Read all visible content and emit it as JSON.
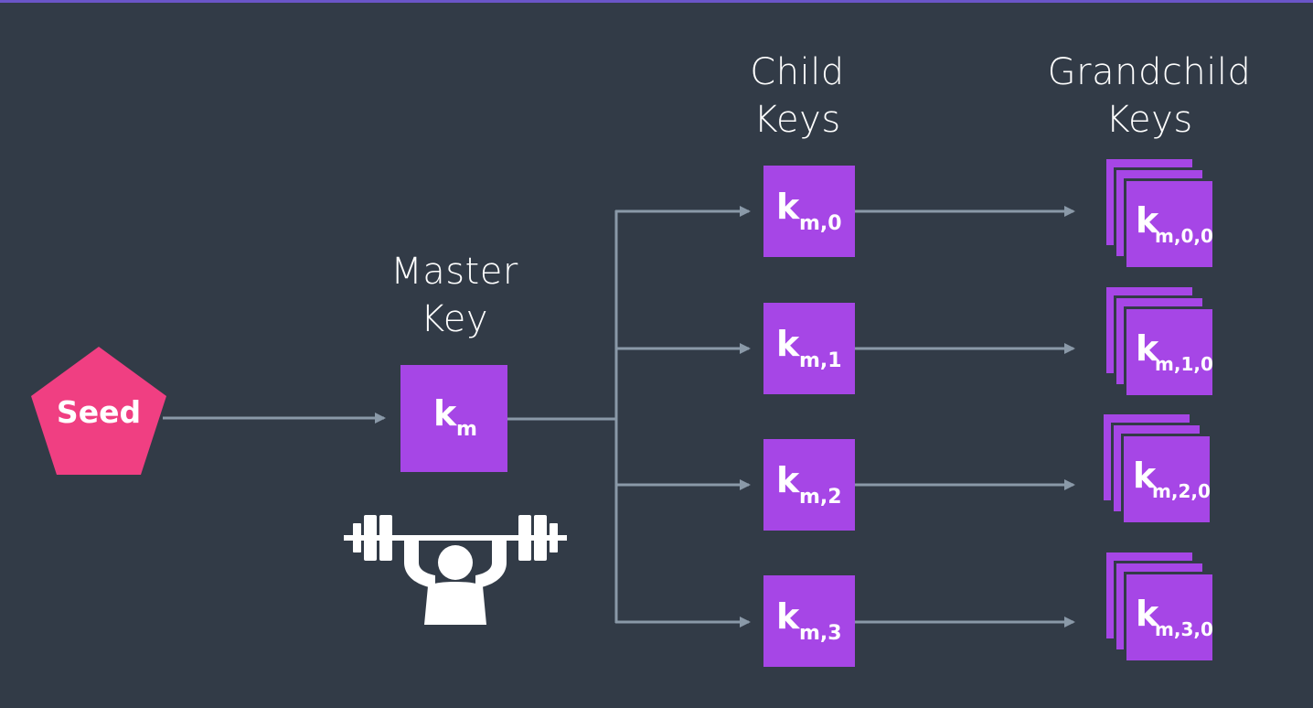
{
  "headings": {
    "master": [
      "Master",
      "Key"
    ],
    "child": [
      "Child",
      "Keys"
    ],
    "grandchild": [
      "Grandchild",
      "Keys"
    ]
  },
  "seed": {
    "label": "Seed",
    "color": "#f03f82"
  },
  "master_key": {
    "k": "k",
    "sub": "m"
  },
  "child_keys": [
    {
      "k": "k",
      "sub": "m,0"
    },
    {
      "k": "k",
      "sub": "m,1"
    },
    {
      "k": "k",
      "sub": "m,2"
    },
    {
      "k": "k",
      "sub": "m,3"
    }
  ],
  "grandchild_keys": [
    {
      "k": "k",
      "sub": "m,0,0"
    },
    {
      "k": "k",
      "sub": "m,1,0"
    },
    {
      "k": "k",
      "sub": "m,2,0"
    },
    {
      "k": "k",
      "sub": "m,3,0"
    }
  ],
  "icons": {
    "lifter": "weightlifter-icon"
  },
  "colors": {
    "background": "#323b47",
    "key": "#a646e6",
    "seed": "#f03f82",
    "wire": "#8a99a8",
    "text": "#ffffff",
    "top_border": "#6a55c8"
  }
}
